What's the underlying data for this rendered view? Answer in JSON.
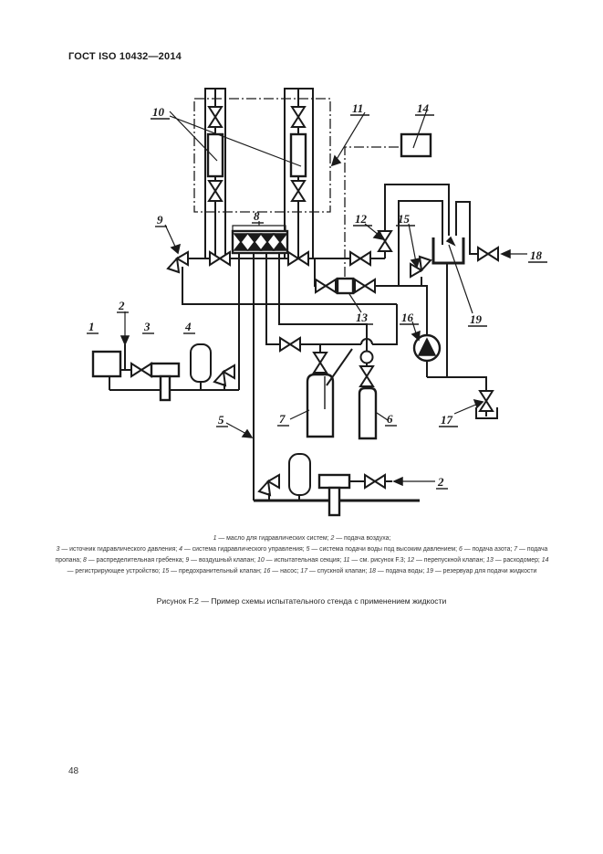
{
  "header": {
    "standard": "ГОСТ ISO 10432—2014"
  },
  "page_number": "48",
  "figure": {
    "caption": "Рисунок F.2 — Пример схемы испытательного стенда с применением жидкости",
    "labels": {
      "n1": "1",
      "n2": "2",
      "n2b": "2",
      "n3": "3",
      "n4": "4",
      "n5": "5",
      "n6": "6",
      "n7": "7",
      "n8": "8",
      "n9": "9",
      "n10": "10",
      "n11": "11",
      "n12": "12",
      "n13": "13",
      "n14": "14",
      "n15": "15",
      "n16": "16",
      "n17": "17",
      "n18": "18",
      "n19": "19"
    },
    "legend": {
      "dash": " — ",
      "separator": "; ",
      "terminator": "",
      "items": [
        {
          "n": "1",
          "t": "масло для гидравлических систем"
        },
        {
          "n": "2",
          "t": "подача воздуха"
        },
        {
          "n": "3",
          "t": "источник гидравлического давления"
        },
        {
          "n": "4",
          "t": "система гидравлического управления"
        },
        {
          "n": "5",
          "t": "система подачи воды под высоким давлением"
        },
        {
          "n": "6",
          "t": "подача азота"
        },
        {
          "n": "7",
          "t": "подача пропана"
        },
        {
          "n": "8",
          "t": "распределительная гребенка"
        },
        {
          "n": "9",
          "t": "воздушный клапан"
        },
        {
          "n": "10",
          "t": "испытательная секция"
        },
        {
          "n": "11",
          "t": "см. рисунок F.3"
        },
        {
          "n": "12",
          "t": "перепускной клапан"
        },
        {
          "n": "13",
          "t": "расходомер"
        },
        {
          "n": "14",
          "t": "регистрирующее устройство"
        },
        {
          "n": "15",
          "t": "предохранительный клапан"
        },
        {
          "n": "16",
          "t": "насос"
        },
        {
          "n": "17",
          "t": "спускной клапан"
        },
        {
          "n": "18",
          "t": "подача воды"
        },
        {
          "n": "19",
          "t": "резервуар для подачи жидкости"
        }
      ]
    }
  }
}
